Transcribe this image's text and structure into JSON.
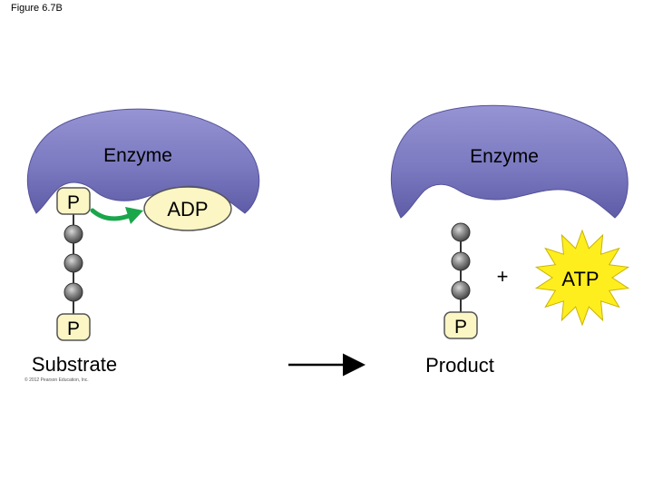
{
  "figure_label": "Figure 6.7B",
  "left_panel": {
    "enzyme_label": "Enzyme",
    "phosphate_top": "P",
    "adp_label": "ADP",
    "phosphate_bottom": "P",
    "substrate_label": "Substrate",
    "copyright": "© 2012 Pearson Education, Inc."
  },
  "right_panel": {
    "enzyme_label": "Enzyme",
    "plus_sign": "+",
    "atp_label": "ATP",
    "phosphate_bottom": "P",
    "product_label": "Product"
  },
  "colors": {
    "enzyme": "#7b79c0",
    "enzyme_dark": "#4f4d94",
    "phosphate_fill": "#fbf6c4",
    "adp_fill": "#fbf6c4",
    "bead": "#7d7d7d",
    "green_arrow": "#1aa64a",
    "atp_burst": "#ffee1e"
  }
}
